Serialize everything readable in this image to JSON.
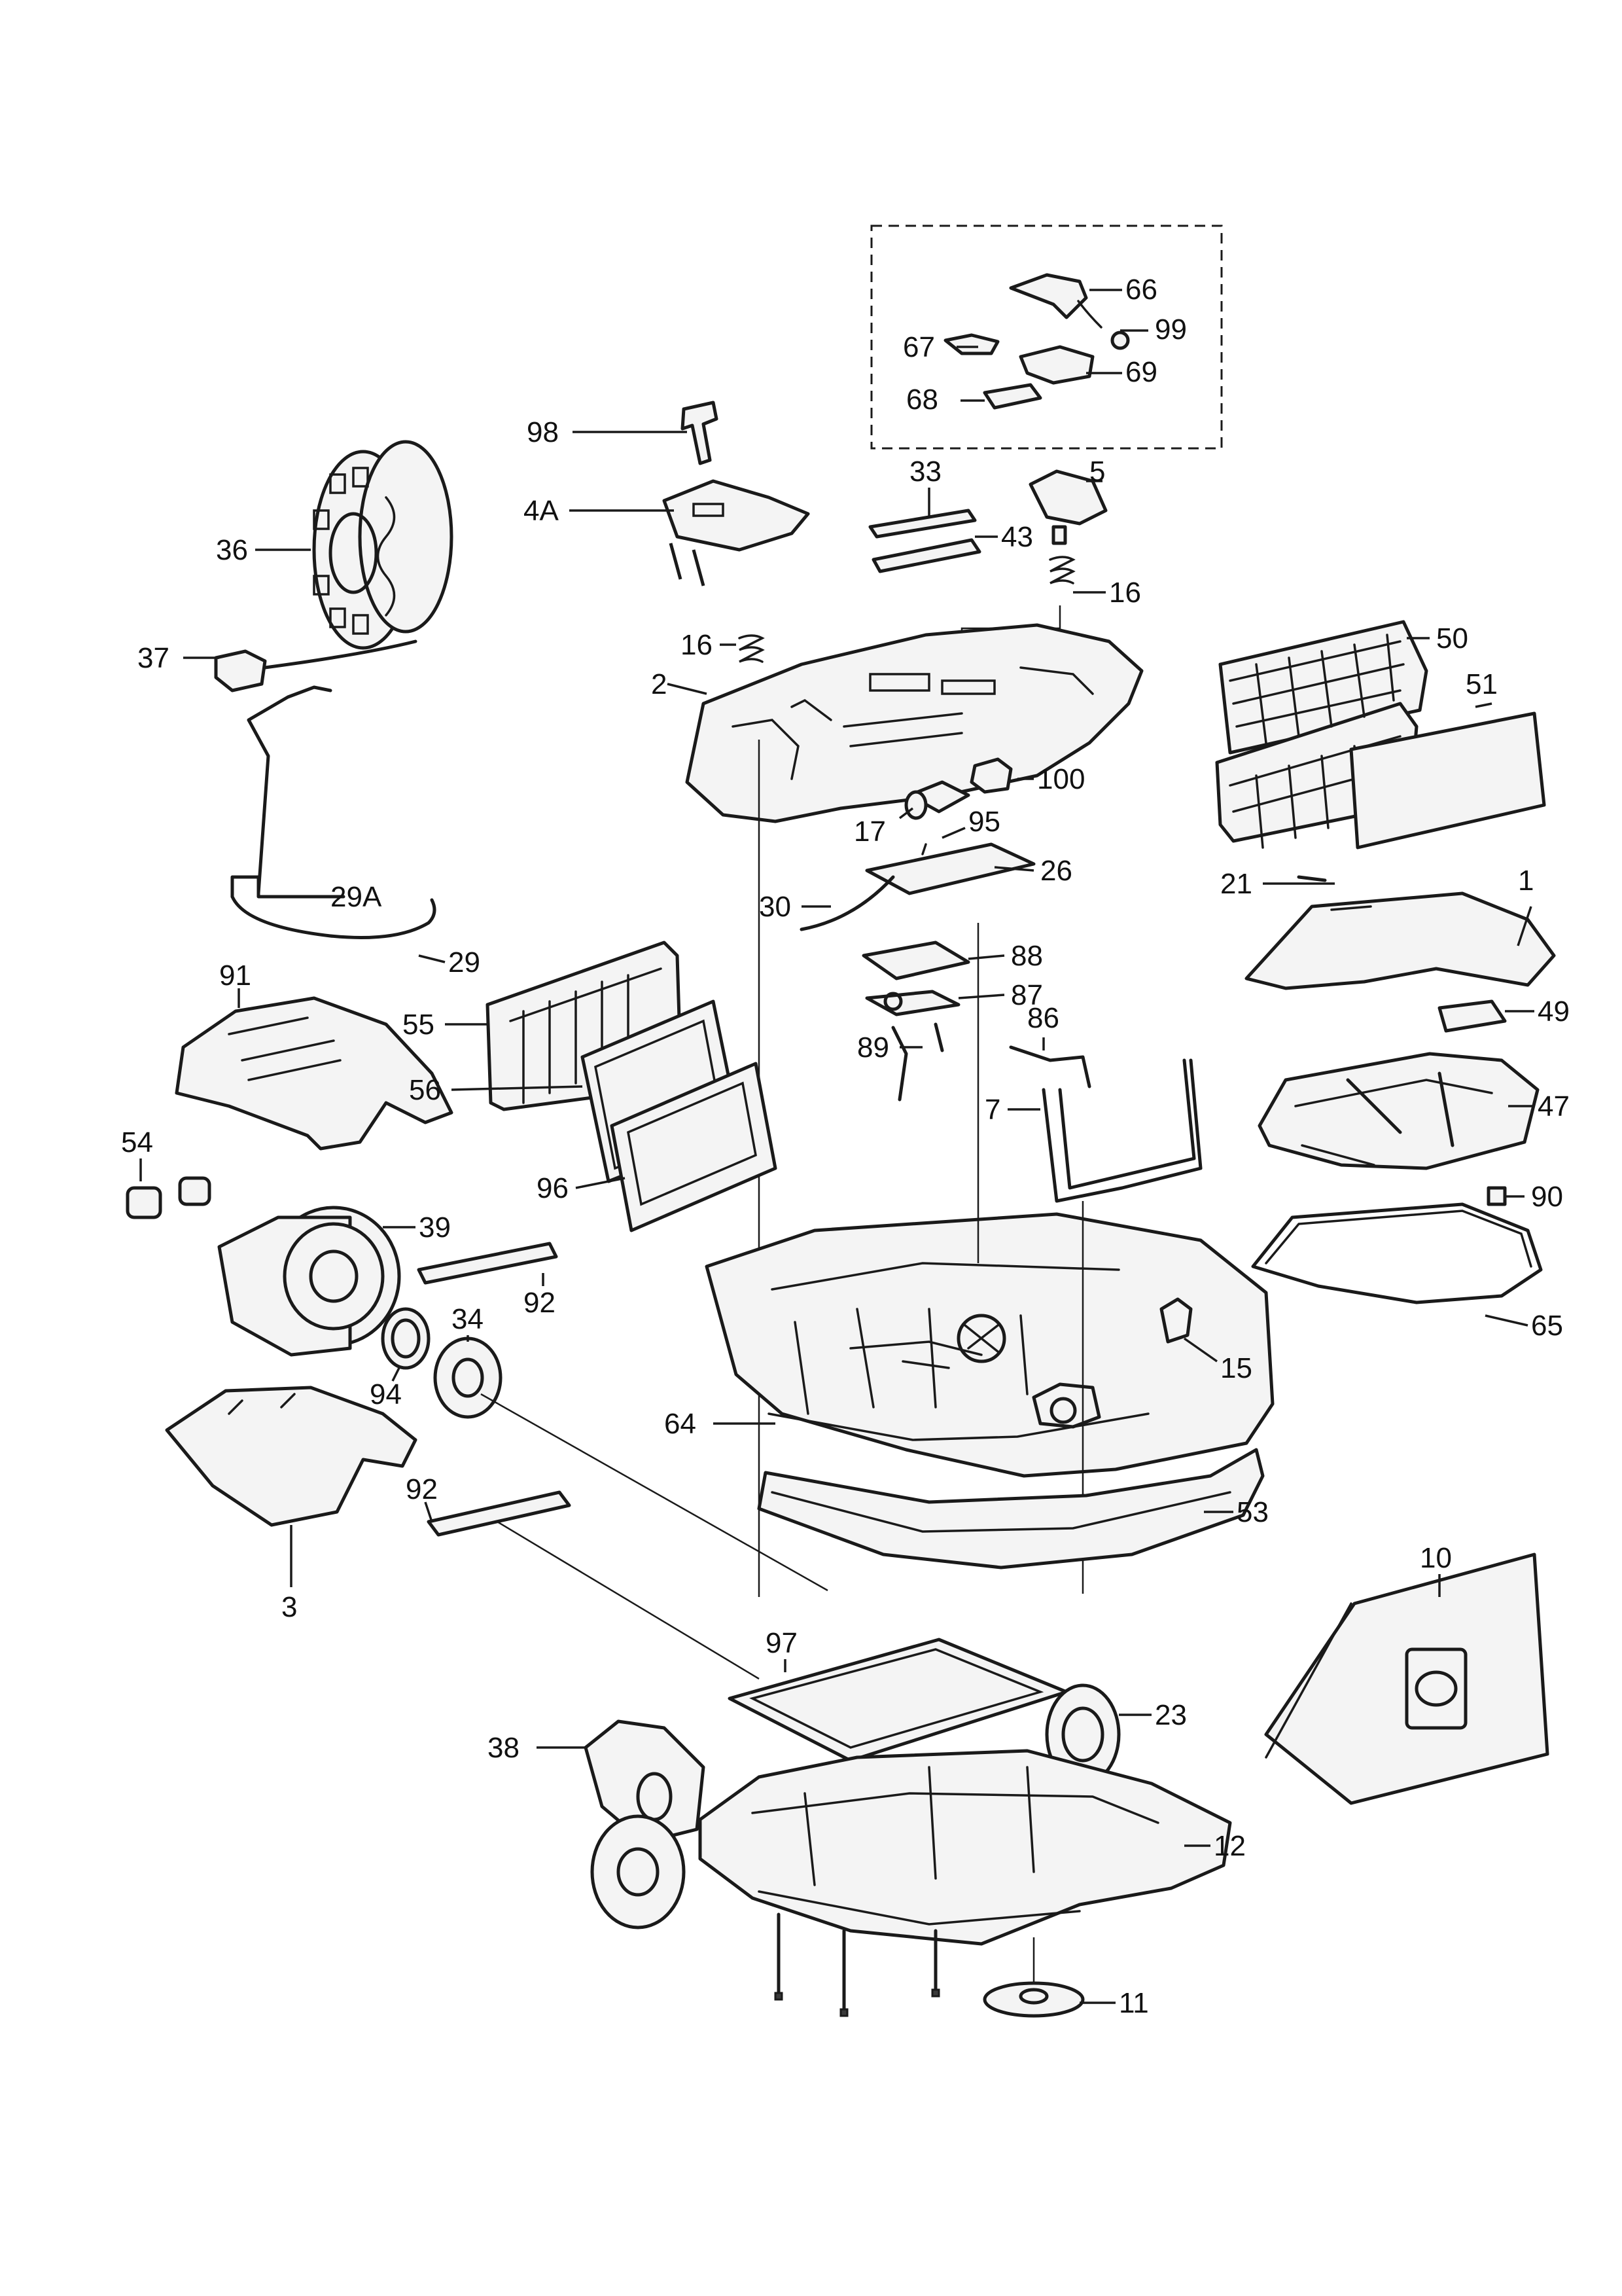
{
  "callouts": {
    "c1": "1",
    "c2": "2",
    "c3": "3",
    "c4A": "4A",
    "c5": "5",
    "c7": "7",
    "c10": "10",
    "c11": "11",
    "c12": "12",
    "c15": "15",
    "c16a": "16",
    "c16b": "16",
    "c17": "17",
    "c21": "21",
    "c23": "23",
    "c26": "26",
    "c29": "29",
    "c29A": "29A",
    "c30": "30",
    "c33": "33",
    "c34": "34",
    "c36": "36",
    "c37": "37",
    "c38": "38",
    "c39": "39",
    "c43": "43",
    "c47": "47",
    "c49": "49",
    "c50": "50",
    "c51": "51",
    "c53": "53",
    "c54": "54",
    "c55": "55",
    "c56": "56",
    "c64": "64",
    "c65": "65",
    "c66": "66",
    "c67": "67",
    "c68": "68",
    "c69": "69",
    "c86": "86",
    "c87": "87",
    "c88": "88",
    "c89": "89",
    "c90": "90",
    "c91": "91",
    "c92a": "92",
    "c92b": "92",
    "c94": "94",
    "c95": "95",
    "c96": "96",
    "c97": "97",
    "c98": "98",
    "c99": "99",
    "c100": "100"
  }
}
